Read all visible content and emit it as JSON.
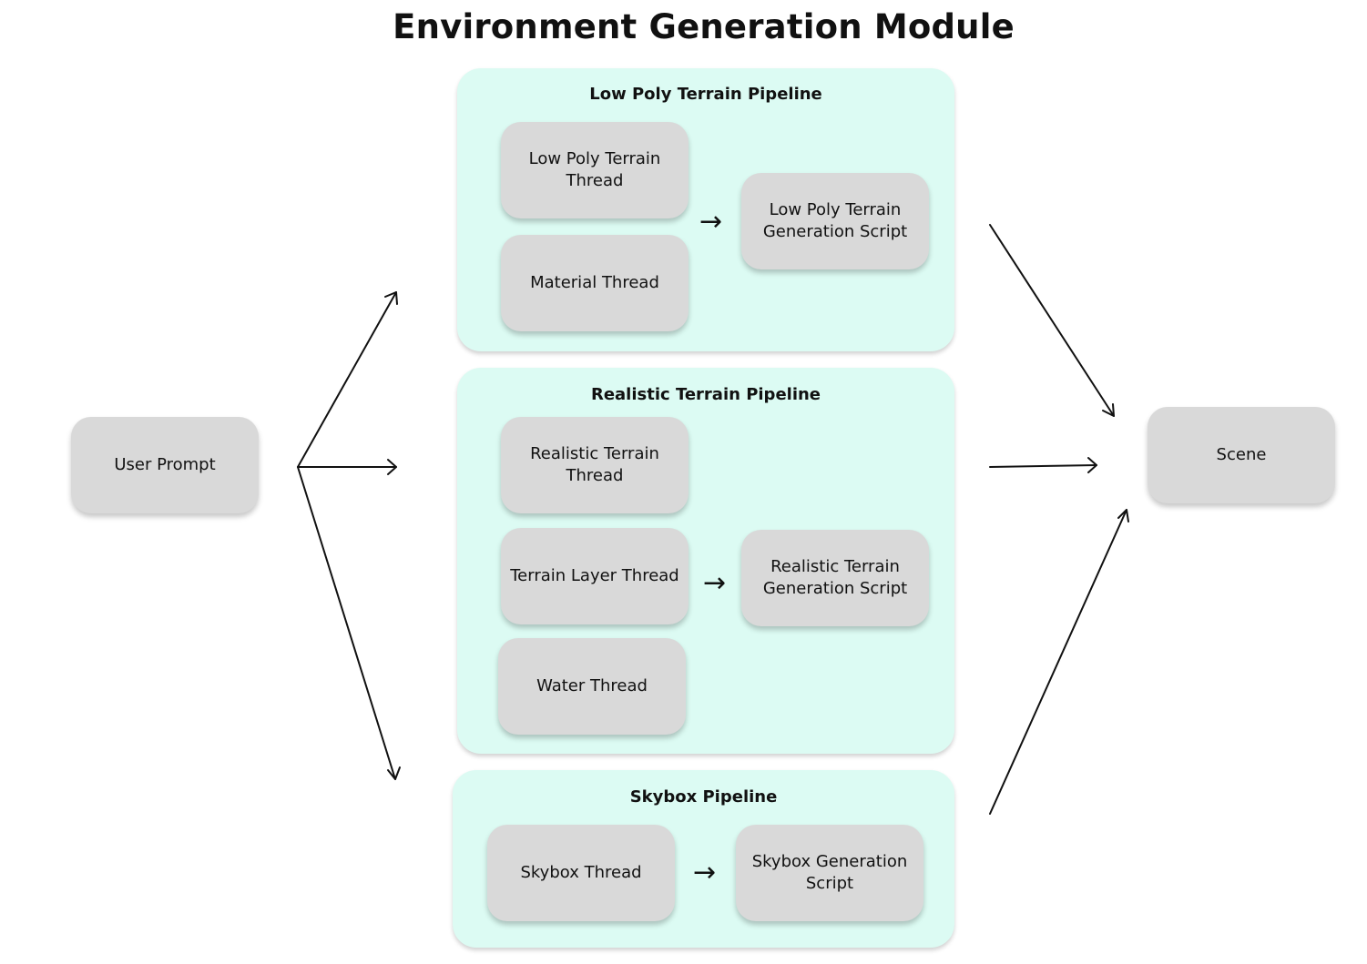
{
  "title": "Environment Generation Module",
  "user_prompt": "User Prompt",
  "scene": "Scene",
  "pipelines": {
    "low_poly": {
      "title": "Low Poly Terrain Pipeline",
      "threads": [
        "Low Poly Terrain\nThread",
        "Material Thread"
      ],
      "script": "Low Poly Terrain\nGeneration Script"
    },
    "realistic": {
      "title": "Realistic Terrain Pipeline",
      "threads": [
        "Realistic Terrain\nThread",
        "Terrain Layer Thread",
        "Water Thread"
      ],
      "script": "Realistic Terrain\nGeneration Script"
    },
    "skybox": {
      "title": "Skybox Pipeline",
      "threads": [
        "Skybox Thread"
      ],
      "script": "Skybox Generation\nScript"
    }
  },
  "arrow_symbol": "→",
  "colors": {
    "pipeline_bg": "#dcfbf3",
    "node_bg": "#d9d9d9",
    "line": "#111111"
  }
}
